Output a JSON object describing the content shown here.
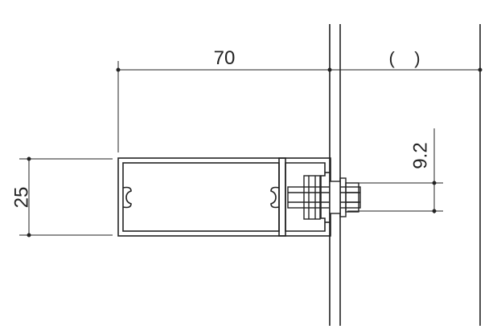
{
  "dimensions": {
    "width_label": "70",
    "height_label": "25",
    "bolt_label": "9.2",
    "wall_label": "(    )"
  },
  "colors": {
    "line": "#222222",
    "background": "#ffffff"
  }
}
